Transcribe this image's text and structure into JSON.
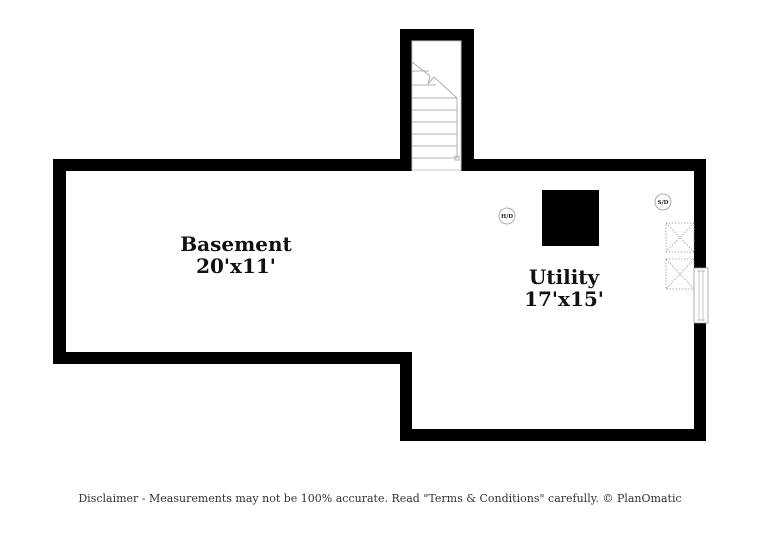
{
  "floorplan": {
    "rooms": [
      {
        "name": "Basement",
        "dimensions": "20'x11'"
      },
      {
        "name": "Utility",
        "dimensions": "17'x15'"
      }
    ],
    "fixtures": [
      {
        "label": "H/D",
        "type": "circle-symbol"
      },
      {
        "label": "S/D",
        "type": "circle-symbol"
      },
      {
        "label": "",
        "type": "furnace-block"
      },
      {
        "label": "",
        "type": "washer-box"
      },
      {
        "label": "",
        "type": "dryer-box"
      },
      {
        "label": "",
        "type": "window"
      },
      {
        "label": "",
        "type": "staircase"
      }
    ],
    "colors": {
      "wall": "#000000",
      "background": "#ffffff",
      "stair_lines": "#b0b0b0"
    }
  },
  "footer": {
    "disclaimer": "Disclaimer - Measurements may not be 100% accurate. Read \"Terms & Conditions\" carefully. © PlanOmatic"
  }
}
